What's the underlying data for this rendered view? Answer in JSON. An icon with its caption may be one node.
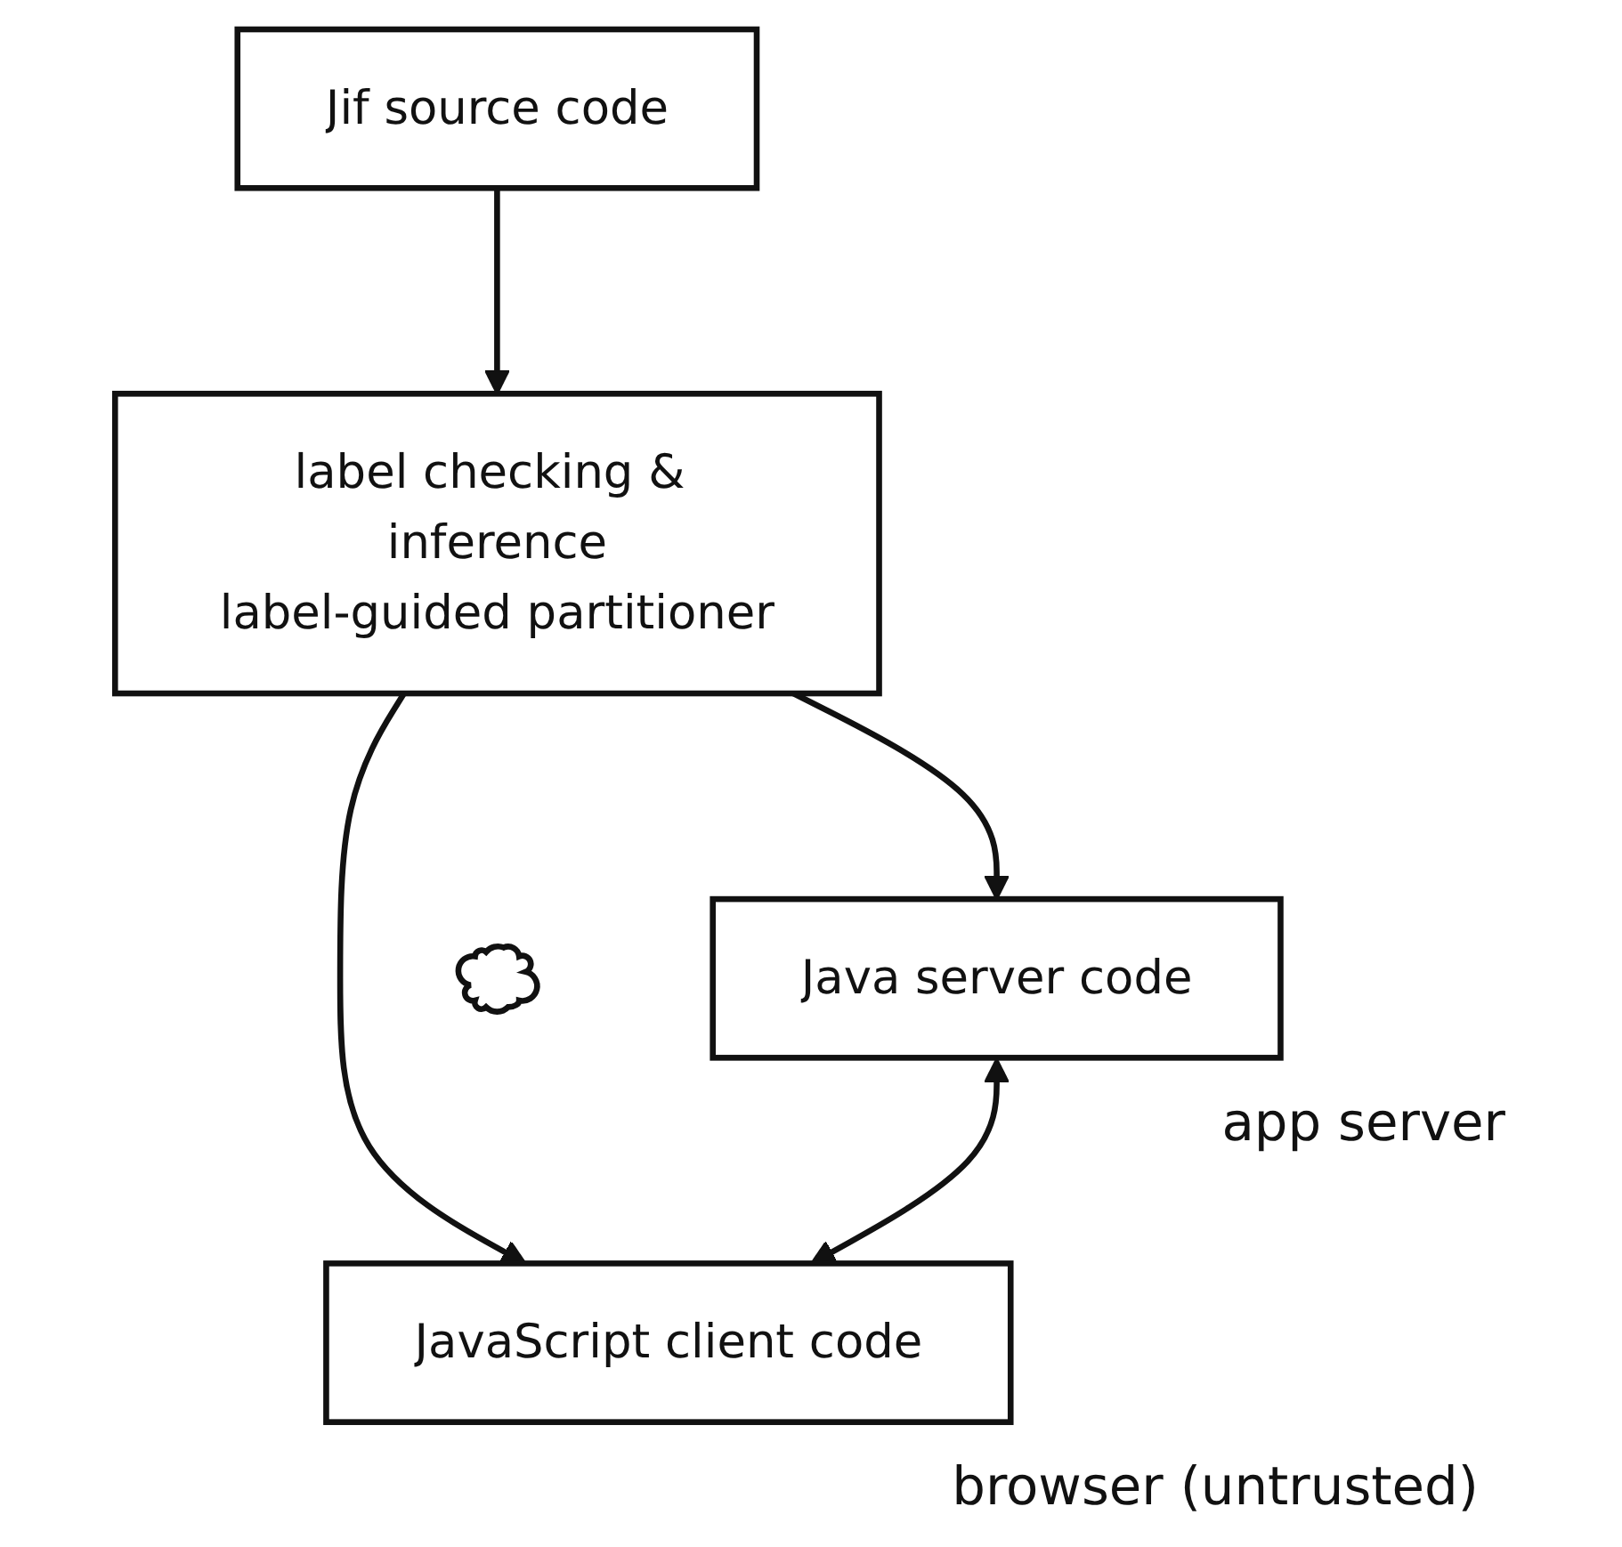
{
  "diagram": {
    "nodes": [
      {
        "text": [
          "Jif source code"
        ]
      },
      {
        "text": [
          "label checking & inference",
          "label-guided partitioner"
        ]
      },
      {
        "text": [
          "Java server code"
        ],
        "beside": [
          "app server"
        ]
      },
      {
        "text": [],
        "shape": "cloud"
      },
      {
        "text": [
          "JavaScript client code"
        ],
        "beside": [
          "browser (untrusted)"
        ]
      }
    ],
    "edges": [
      {
        "from": 0,
        "to": 1,
        "arrow": "to"
      },
      {
        "from": 1,
        "to": 2,
        "arrow": "to"
      },
      {
        "from": 1,
        "to": 4,
        "arrow": "to"
      },
      {
        "from": 2,
        "to": 4,
        "arrow": "both"
      }
    ]
  }
}
